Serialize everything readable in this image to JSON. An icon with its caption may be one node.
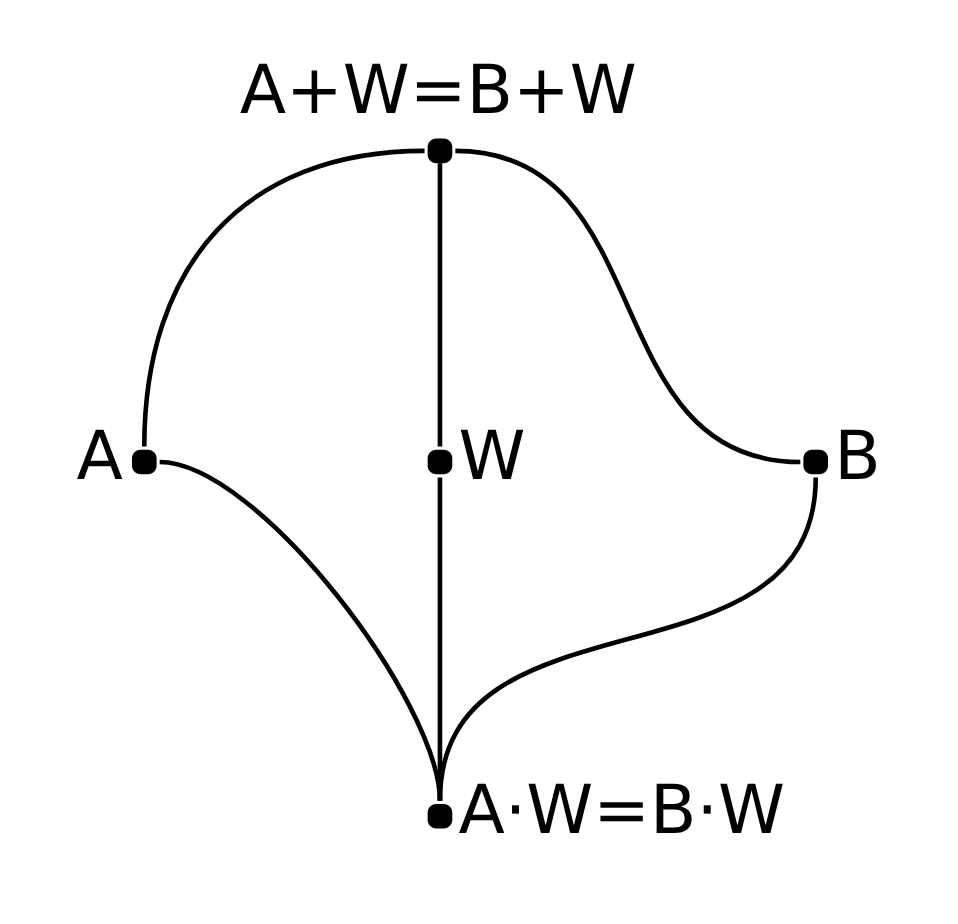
{
  "diagram": {
    "nodes": [
      {
        "text": [],
        "shape": "circle",
        "beside": [
          "A+W=B+W"
        ]
      },
      {
        "text": [],
        "shape": "circle",
        "beside": [
          "A"
        ]
      },
      {
        "text": [],
        "shape": "circle",
        "beside": [
          "W"
        ]
      },
      {
        "text": [],
        "shape": "circle",
        "beside": [
          "B"
        ]
      },
      {
        "text": [],
        "shape": "circle",
        "beside": [
          "A·W=B·W"
        ]
      }
    ],
    "edges": [
      {
        "from": 0,
        "to": 1,
        "arrow": "none"
      },
      {
        "from": 0,
        "to": 2,
        "arrow": "none"
      },
      {
        "from": 0,
        "to": 3,
        "arrow": "none"
      },
      {
        "from": 1,
        "to": 4,
        "arrow": "none"
      },
      {
        "from": 2,
        "to": 4,
        "arrow": "none"
      },
      {
        "from": 3,
        "to": 4,
        "arrow": "none"
      }
    ]
  }
}
